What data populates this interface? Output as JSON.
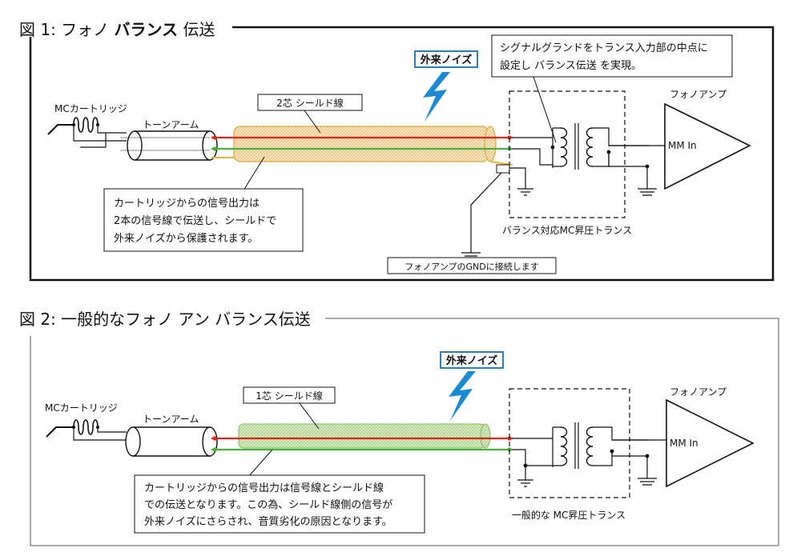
{
  "figure1": {
    "title_prefix": "図 1: フォノ ",
    "title_bold": "バランス",
    "title_suffix": " 伝送",
    "noise_label": "外来ノイズ",
    "cable_label": "2芯 シールド線",
    "note_lines": [
      "シグナルグランドをトランス入力部の中点に",
      "設定し バランス伝送 を実現。"
    ],
    "cartridge_label": "MCカートリッジ",
    "tonearm_label": "トーンアーム",
    "amp_label": "フォノアンプ",
    "amp_input_label": "MM In",
    "desc_lines": [
      "カートリッジからの信号出力は",
      "2本の信号線で伝送し、シールドで",
      "外来ノイズから保護されます。"
    ],
    "transformer_label": "バランス対応MC昇圧トランス",
    "gnd_label": "フォノアンプのGNDに接続します"
  },
  "figure2": {
    "title": "図 2: 一般的なフォノ アン バランス伝送",
    "noise_label": "外来ノイズ",
    "cable_label": "1芯 シールド線",
    "cartridge_label": "MCカートリッジ",
    "tonearm_label": "トーンアーム",
    "amp_label": "フォノアンプ",
    "amp_input_label": "MM In",
    "desc_lines": [
      "カートリッジからの信号出力は信号線とシールド線",
      "での伝送となります。この為、シールド線側の信号が",
      "外来ノイズにさらされ、音質劣化の原因となります。"
    ],
    "transformer_label": "一般的な MC昇圧トランス"
  },
  "colors": {
    "signal_red": "#d9261c",
    "signal_green": "#4caf3c",
    "shield_yellow": "#e9b43c",
    "shield_fill_orange": "#f3dcb0",
    "shield_fill_green": "#c9e3b0",
    "noise_blue": "#1a8ad4",
    "label_border_blue": "#2a7fc1"
  }
}
